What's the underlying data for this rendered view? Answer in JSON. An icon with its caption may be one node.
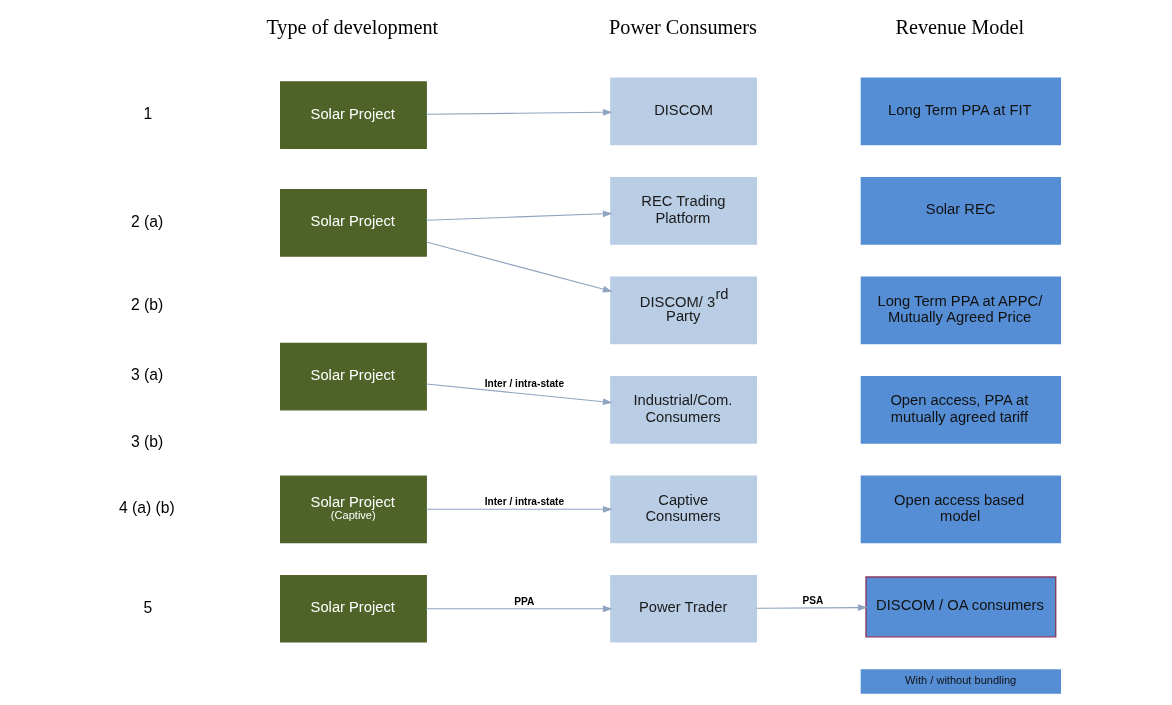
{
  "diagram": {
    "nodes": [
      {
        "text": [
          "Solar Project"
        ]
      },
      {
        "text": [
          "DISCOM"
        ]
      },
      {
        "text": [
          "Long Term PPA at FIT"
        ]
      },
      {
        "text": [
          "Solar Project"
        ]
      },
      {
        "text": [
          "REC Trading Platform"
        ]
      },
      {
        "text": [
          "Solar REC"
        ]
      },
      {
        "text": [
          "DISCOM/ 3$^{rd}$ Party"
        ]
      },
      {
        "text": [
          "Long Term PPA at APPC/ Mutually Agreed Price"
        ]
      },
      {
        "text": [
          "Solar Project"
        ]
      },
      {
        "text": [
          "Industrial/Com. Consumers"
        ]
      },
      {
        "text": [
          "Open access, PPA at mutually agreed tariff"
        ]
      },
      {
        "text": [
          "Solar Project",
          "(Captive)"
        ]
      },
      {
        "text": [
          "Captive Consumers"
        ]
      },
      {
        "text": [
          "Open access based model"
        ]
      },
      {
        "text": [
          "Solar Project"
        ]
      },
      {
        "text": [
          "Power Trader"
        ]
      },
      {
        "text": [
          "DISCOM / OA consumers"
        ]
      },
      {
        "text": [
          "With / without bundling"
        ]
      }
    ],
    "edges": [
      {
        "from": 0,
        "to": 1,
        "arrow": "to"
      },
      {
        "from": 3,
        "to": 4,
        "arrow": "to"
      },
      {
        "from": 3,
        "to": 6,
        "arrow": "to"
      },
      {
        "from": 8,
        "to": 9,
        "arrow": "to",
        "label": "Inter / intra-state"
      },
      {
        "from": 11,
        "to": 12,
        "arrow": "to",
        "label": "Inter / intra-state"
      },
      {
        "from": 14,
        "to": 15,
        "arrow": "to",
        "label": "PPA"
      },
      {
        "from": 15,
        "to": 16,
        "arrow": "to",
        "label": "PSA"
      }
    ],
    "labels": [
      "Type of development",
      "Power Consumers",
      "Revenue Model",
      "1",
      "2 (a)",
      "2 (b)",
      "3 (a)",
      "3 (b)",
      "4 (a) (b)",
      "5"
    ]
  }
}
